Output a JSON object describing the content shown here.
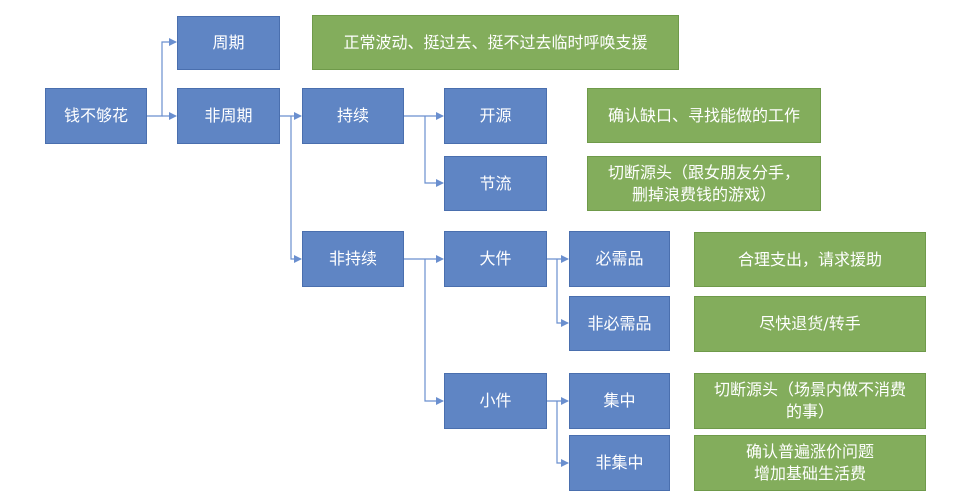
{
  "diagram": {
    "nodes": {
      "root": "钱不够花",
      "periodic": "周期",
      "non_periodic": "非周期",
      "continuous": "持续",
      "open_source": "开源",
      "cut_spending": "节流",
      "non_continuous": "非持续",
      "big_item": "大件",
      "necessity": "必需品",
      "non_necessity": "非必需品",
      "small_item": "小件",
      "concentrated": "集中",
      "non_concentrated": "非集中"
    },
    "actions": {
      "periodic": "正常波动、挺过去、挺不过去临时呼唤支援",
      "open_source": "确认缺口、寻找能做的工作",
      "cut_spending": "切断源头（跟女朋友分手，\n删掉浪费钱的游戏）",
      "necessity": "合理支出，请求援助",
      "non_necessity": "尽快退货/转手",
      "concentrated": "切断源头（场景内做不消费\n的事）",
      "non_concentrated": "确认普遍涨价问题\n增加基础生活费"
    },
    "colors": {
      "node": "#5f85c4",
      "action": "#83ad5c",
      "connector": "#6a8fcf"
    }
  }
}
